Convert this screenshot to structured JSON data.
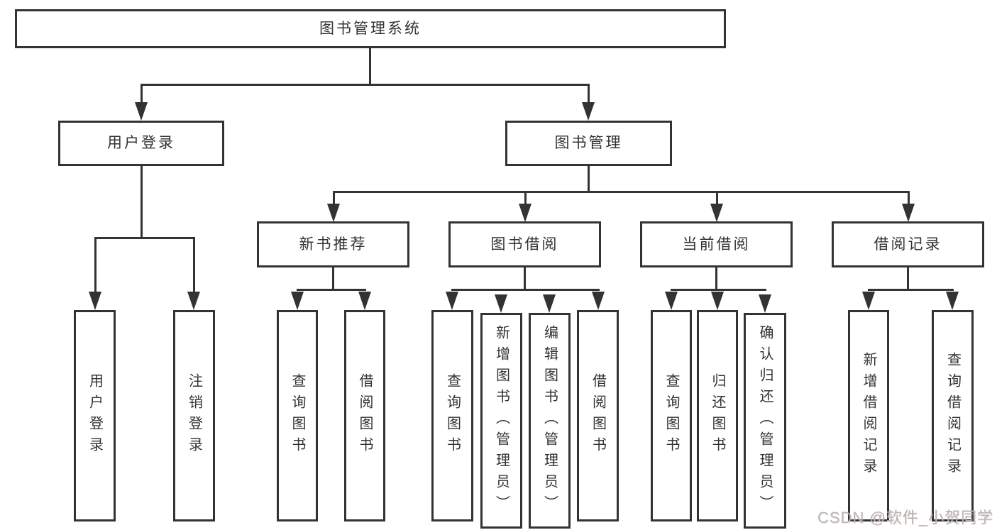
{
  "tree": {
    "label": "图书管理系统",
    "children": [
      {
        "label": "用户登录",
        "children": [
          {
            "label": "用户登录"
          },
          {
            "label": "注销登录"
          }
        ]
      },
      {
        "label": "图书管理",
        "children": [
          {
            "label": "新书推荐",
            "children": [
              {
                "label": "查询图书"
              },
              {
                "label": "借阅图书"
              }
            ]
          },
          {
            "label": "图书借阅",
            "children": [
              {
                "label": "查询图书"
              },
              {
                "label": "新增图书（管理员）"
              },
              {
                "label": "编辑图书（管理员）"
              },
              {
                "label": "借阅图书"
              }
            ]
          },
          {
            "label": "当前借阅",
            "children": [
              {
                "label": "查询图书"
              },
              {
                "label": "归还图书"
              },
              {
                "label": "确认归还（管理员）"
              }
            ]
          },
          {
            "label": "借阅记录",
            "children": [
              {
                "label": "新增借阅记录"
              },
              {
                "label": "查询借阅记录"
              }
            ]
          }
        ]
      }
    ]
  },
  "watermark": {
    "text": "CSDN @软件_小贺同学"
  },
  "colors": {
    "line": "#333333",
    "border": "#333333",
    "text": "#333333",
    "background": "#ffffff",
    "watermark": "#b5b5b5"
  }
}
